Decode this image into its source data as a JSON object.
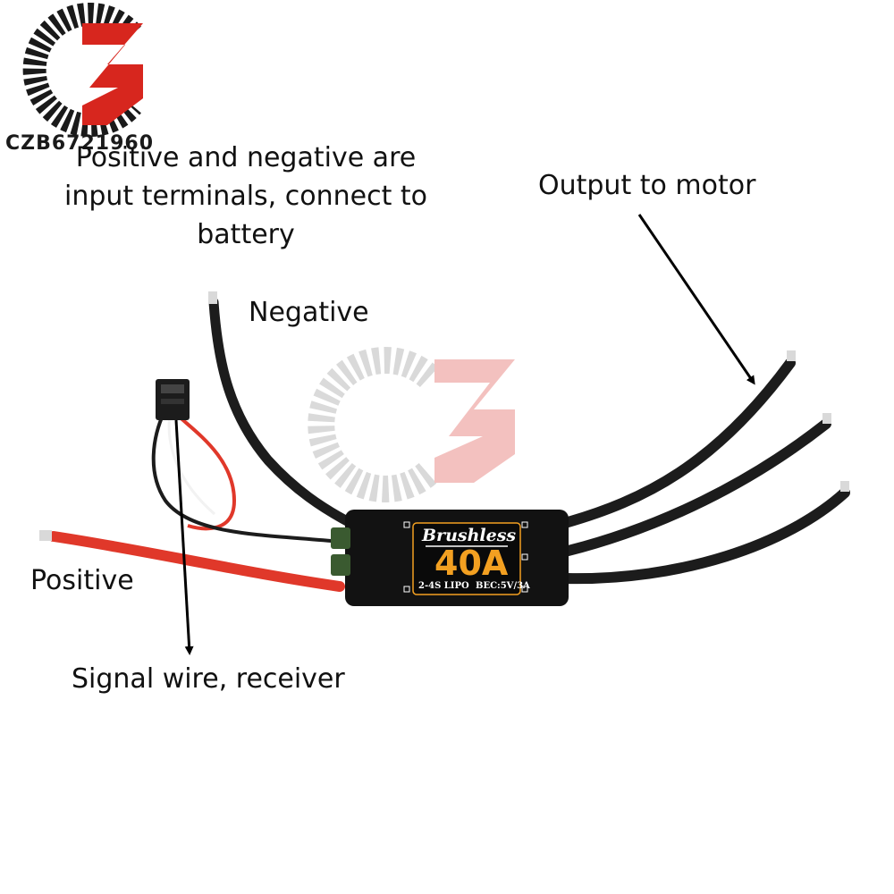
{
  "logo": {
    "text": "CZB6721960"
  },
  "callouts": {
    "input_terminals": "Positive and negative are input terminals, connect to battery",
    "input_terminals_lines": [
      "Positive and negative are",
      "input terminals, connect to",
      "battery"
    ],
    "output": "Output to motor",
    "negative": "Negative",
    "positive": "Positive",
    "signal": "Signal wire, receiver"
  },
  "esc": {
    "brand": "Brushless",
    "current": "40A",
    "cells": "2-4S LIPO",
    "bec": "BEC:5V/3A"
  },
  "colors": {
    "logo_dark": "#1a1a1a",
    "logo_red": "#d7261e",
    "wire_black": "#1c1c1c",
    "wire_red": "#e0382a",
    "label_orange": "#f3a021",
    "text": "#111111"
  }
}
